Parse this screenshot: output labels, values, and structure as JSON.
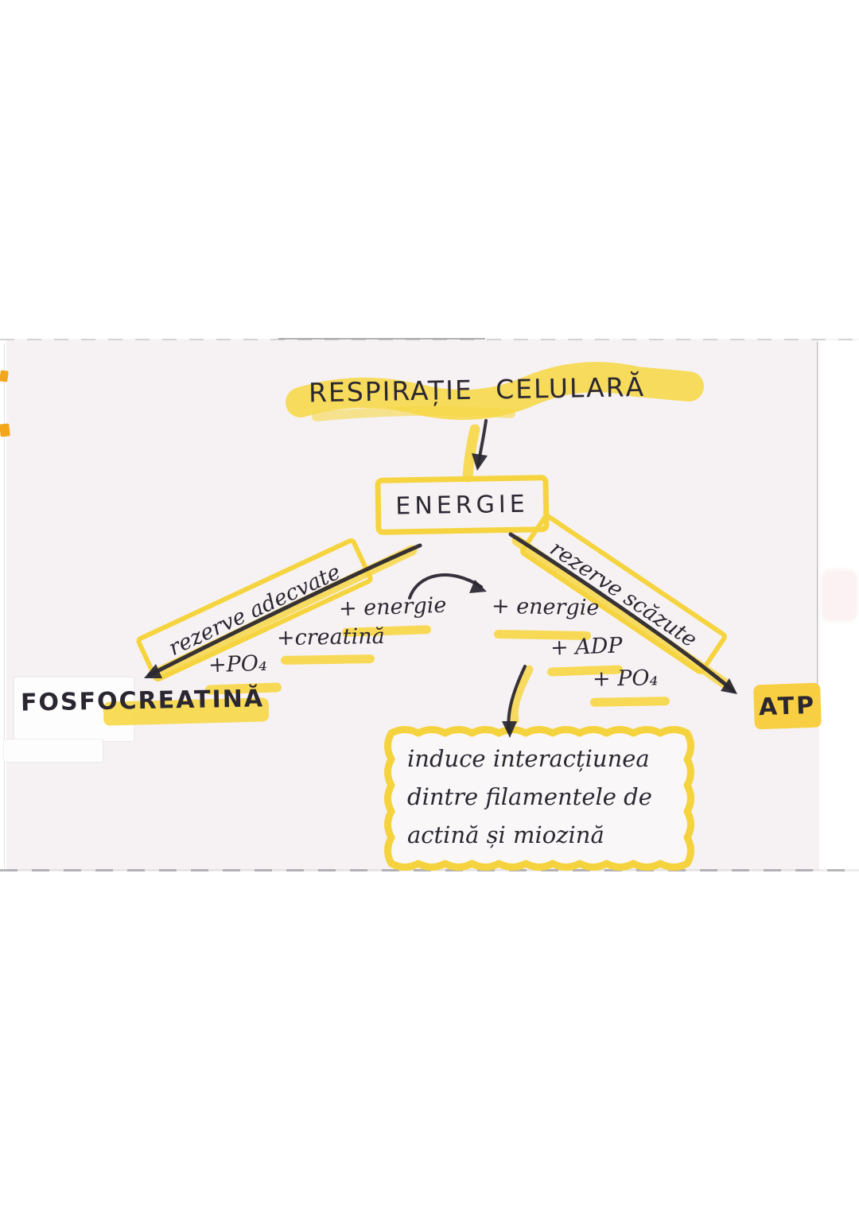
{
  "palette": {
    "highlighter": "#f7d747",
    "highlighter_deep": "#f8cf42",
    "ink": "#2b2731",
    "card_paper": "#f6f2f4",
    "page_background": "#ffffff",
    "edge_mark_orange": "#f2a71b"
  },
  "diagram": {
    "title": "RESPIRAȚIE CELULARĂ",
    "root": "ENERGIE",
    "left_branch": {
      "condition": "rezerve adecvate",
      "inputs": [
        "+ energie",
        "+creatină",
        "+PO₄"
      ],
      "product": "FOSFOCREATINĂ"
    },
    "right_branch": {
      "condition": "rezerve scăzute",
      "inputs": [
        "+ energie",
        "+ ADP",
        "+ PO₄"
      ],
      "product": "ATP"
    },
    "atp_note": {
      "lines": [
        "induce interacțiunea",
        "dintre filamentele de",
        "actină și miozină"
      ]
    }
  }
}
